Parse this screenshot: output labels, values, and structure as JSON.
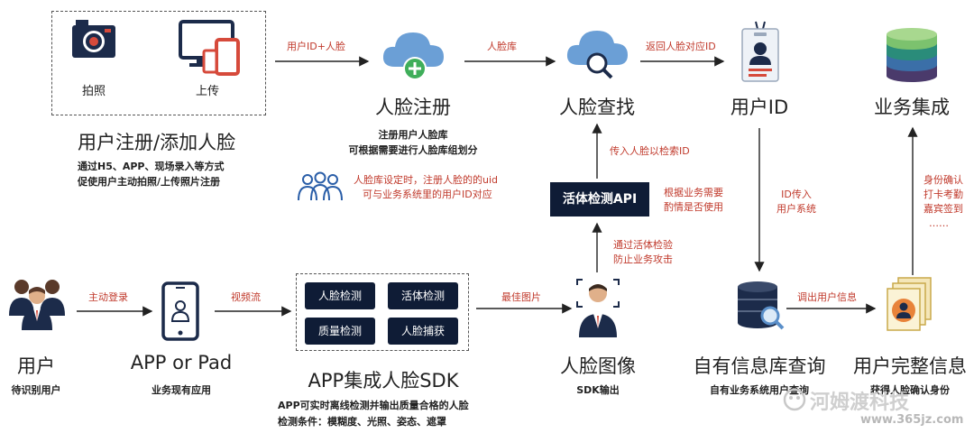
{
  "register": {
    "photo_label": "拍照",
    "upload_label": "上传",
    "title": "用户注册/添加人脸",
    "desc": [
      "通过H5、APP、现场录入等方式",
      "促使用户主动拍照/上传照片注册"
    ]
  },
  "face_register": {
    "title": "人脸注册",
    "desc": [
      "注册用户人脸库",
      "可根据需要进行人脸库组划分"
    ],
    "note": [
      "人脸库设定时，注册人脸的的uid",
      "可与业务系统里的用户ID对应"
    ]
  },
  "face_search": {
    "title": "人脸查找"
  },
  "user_id": {
    "title": "用户ID"
  },
  "business": {
    "title": "业务集成",
    "uses": [
      "身份确认",
      "打卡考勤",
      "嘉宾签到",
      "……"
    ]
  },
  "arrows": {
    "userid_face": "用户ID+人脸",
    "face_lib": "人脸库",
    "return_id": "返回人脸对应ID",
    "send_face": "传入人脸以检索ID",
    "as_needed": [
      "根据业务需要",
      "酌情是否使用"
    ],
    "liveness_note": [
      "通过活体检验",
      "防止业务攻击"
    ],
    "id_in": [
      "ID传入",
      "用户系统"
    ],
    "active_login": "主动登录",
    "video_stream": "视频流",
    "best_image": "最佳图片",
    "call_info": "调出用户信息"
  },
  "liveness_api": "活体检测API",
  "user": {
    "title": "用户",
    "desc": "待识别用户"
  },
  "app": {
    "title": "APP or Pad",
    "desc": "业务现有应用"
  },
  "sdk": {
    "title": "APP集成人脸SDK",
    "chips": [
      "人脸检测",
      "活体检测",
      "质量检测",
      "人脸捕获"
    ],
    "desc": [
      "APP可实时离线检测并输出质量合格的人脸",
      "检测条件：模糊度、光照、姿态、遮罩"
    ]
  },
  "face_image": {
    "title": "人脸图像",
    "desc": "SDK输出"
  },
  "db_query": {
    "title": "自有信息库查询",
    "desc": "自有业务系统用户查询"
  },
  "full_info": {
    "title": "用户完整信息",
    "desc": "获得人脸确认身份"
  },
  "watermark": {
    "brand": "河姆渡科技",
    "url": "www.365jz.com"
  },
  "colors": {
    "navy": "#0f1c36",
    "red": "#c0392b",
    "blue": "#5a8fc9",
    "teal": "#2a8c7a"
  }
}
